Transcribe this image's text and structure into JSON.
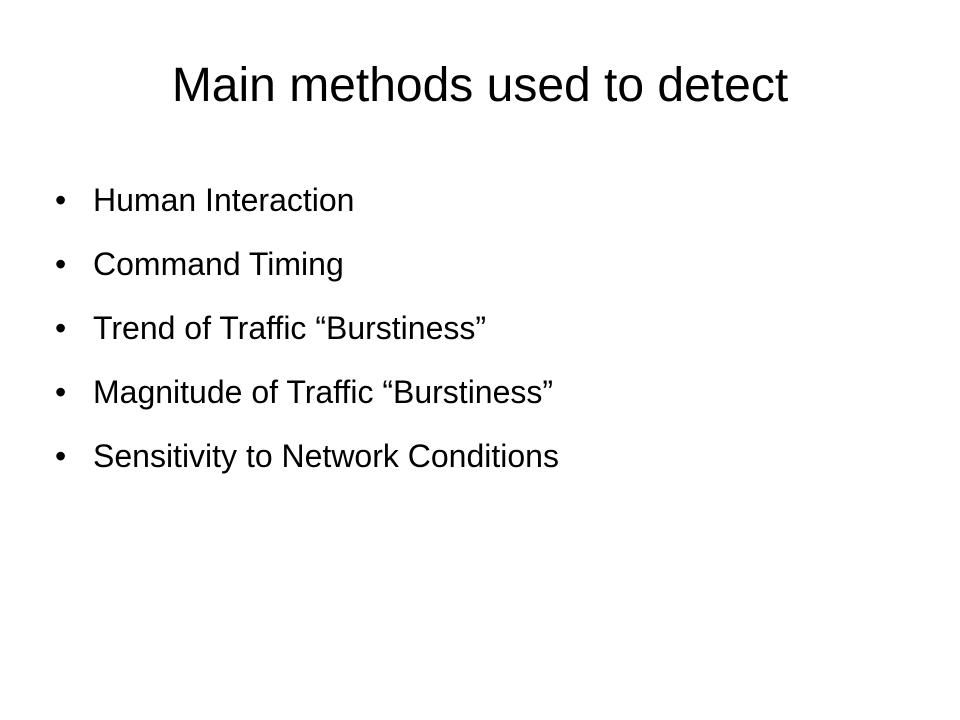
{
  "slide": {
    "title": "Main methods used to detect",
    "bullet_glyph": "•",
    "bullets": [
      "Human Interaction",
      "Command Timing",
      "Trend of Traffic “Burstiness”",
      "Magnitude of Traffic “Burstiness”",
      "Sensitivity to Network Conditions"
    ]
  }
}
